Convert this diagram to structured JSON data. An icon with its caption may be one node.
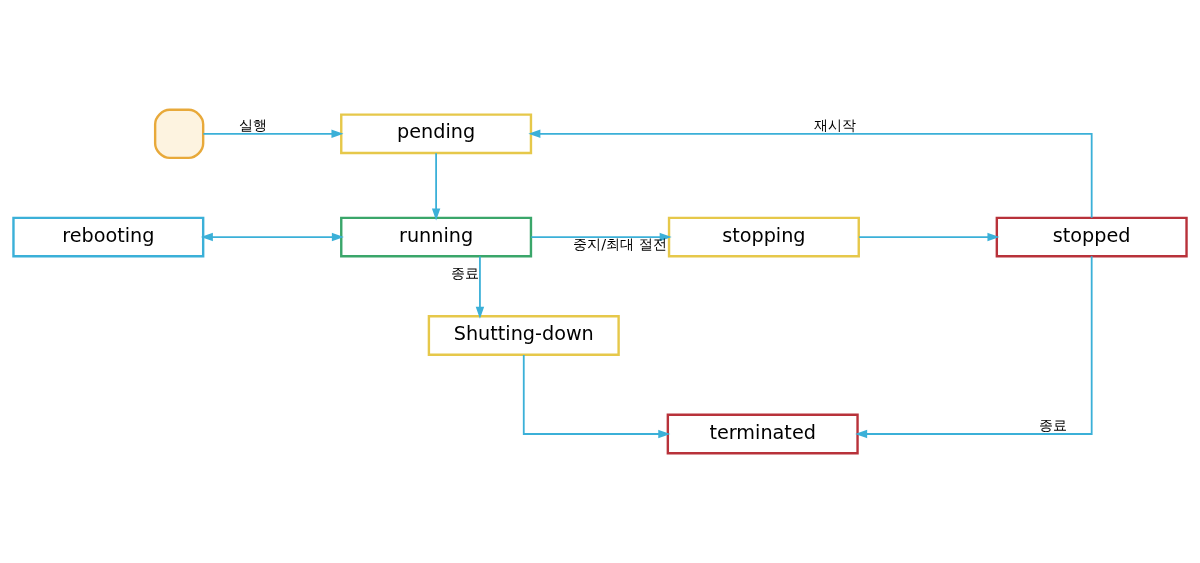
{
  "diagram": {
    "nodes": [
      {
        "text": [],
        "shape": "box"
      },
      {
        "text": [
          "pending"
        ]
      },
      {
        "text": [
          "rebooting"
        ]
      },
      {
        "text": [
          "running"
        ]
      },
      {
        "text": [
          "stopping"
        ]
      },
      {
        "text": [
          "stopped"
        ]
      },
      {
        "text": [
          "Shutting-down"
        ]
      },
      {
        "text": [
          "terminated"
        ]
      }
    ],
    "edges": [
      {
        "from": 0,
        "to": 1,
        "arrow": "to",
        "label": "실행"
      },
      {
        "from": 1,
        "to": 3,
        "arrow": "to"
      },
      {
        "from": 2,
        "to": 3,
        "arrow": "both"
      },
      {
        "from": 3,
        "to": 4,
        "arrow": "to",
        "label": "중지/최대 절전"
      },
      {
        "from": 4,
        "to": 5,
        "arrow": "to"
      },
      {
        "from": 5,
        "to": 1,
        "arrow": "to",
        "label": "재시작"
      },
      {
        "from": 3,
        "to": 6,
        "arrow": "to",
        "label": "종료"
      },
      {
        "from": 6,
        "to": 7,
        "arrow": "to"
      },
      {
        "from": 5,
        "to": 7,
        "arrow": "to",
        "label": "종료"
      }
    ]
  }
}
